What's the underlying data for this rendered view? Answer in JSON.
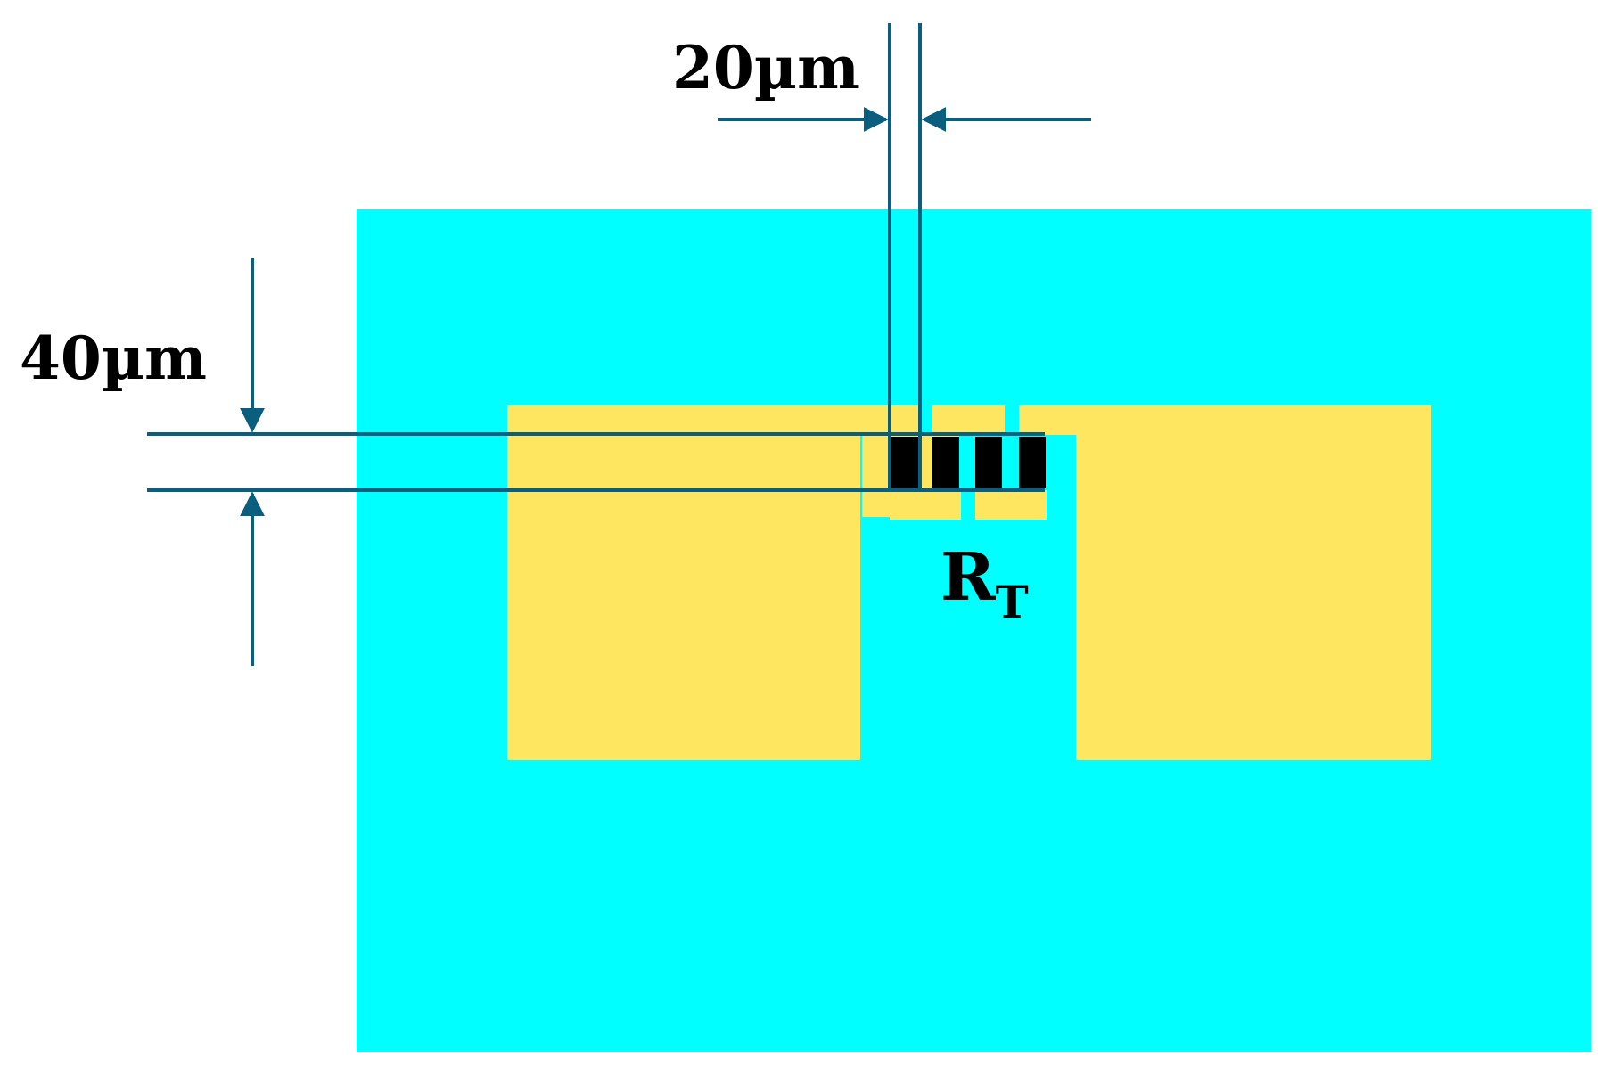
{
  "colors": {
    "substrate": "#00ffff",
    "electrode": "#fee660",
    "resistor": "#000000",
    "dimension_line": "#0b5f7e"
  },
  "labels": {
    "width_dimension": "20µm",
    "length_dimension": "40µm",
    "resistor_main": "R",
    "resistor_subscript": "T"
  }
}
